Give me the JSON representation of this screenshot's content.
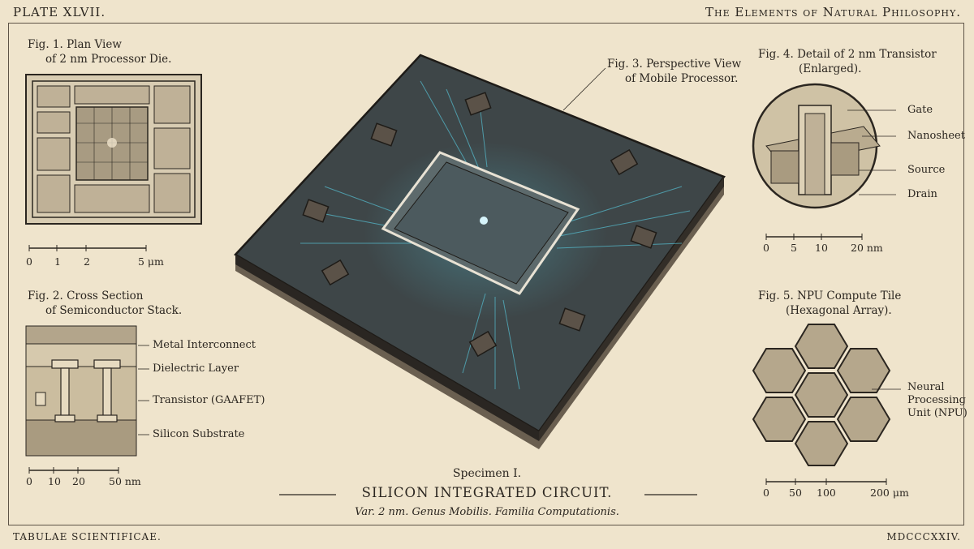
{
  "header": {
    "plate": "PLATE XLVII.",
    "title": "The Elements of Natural Philosophy."
  },
  "footer": {
    "left": "TABULAE SCIENTIFICAE.",
    "right": "MDCCCXXIV."
  },
  "fig1": {
    "caption_line1": "Fig. 1.  Plan View",
    "caption_line2": "of 2 nm Processor Die.",
    "scale_ticks": [
      "0",
      "1",
      "2",
      "5 μm"
    ]
  },
  "fig2": {
    "caption_line1": "Fig. 2.  Cross Section",
    "caption_line2": "of Semiconductor Stack.",
    "labels": [
      "Metal Interconnect",
      "Dielectric Layer",
      "Transistor (GAAFET)",
      "Silicon Substrate"
    ],
    "scale_ticks": [
      "0",
      "10",
      "20",
      "50 nm"
    ]
  },
  "fig3": {
    "caption_line1": "Fig. 3.  Perspective View",
    "caption_line2": "of Mobile Processor."
  },
  "fig4": {
    "caption_line1": "Fig. 4.  Detail of 2 nm Transistor",
    "caption_line2": "(Enlarged).",
    "labels": [
      "Gate",
      "Nanosheet",
      "Source",
      "Drain"
    ],
    "scale_ticks": [
      "0",
      "5",
      "10",
      "20 nm"
    ]
  },
  "fig5": {
    "caption_line1": "Fig. 5.  NPU Compute Tile",
    "caption_line2": "(Hexagonal Array).",
    "labels": [
      "Neural",
      "Processing",
      "Unit (NPU)"
    ],
    "scale_ticks": [
      "0",
      "50",
      "100",
      "200 μm"
    ]
  },
  "specimen": {
    "number": "Specimen I.",
    "name": "SILICON INTEGRATED CIRCUIT.",
    "description": "Var. 2 nm.  Genus Mobilis.  Familia Computationis."
  },
  "colors": {
    "paper": "#efe4cc",
    "ink": "#2b2620",
    "glow": "#58c8dc"
  }
}
